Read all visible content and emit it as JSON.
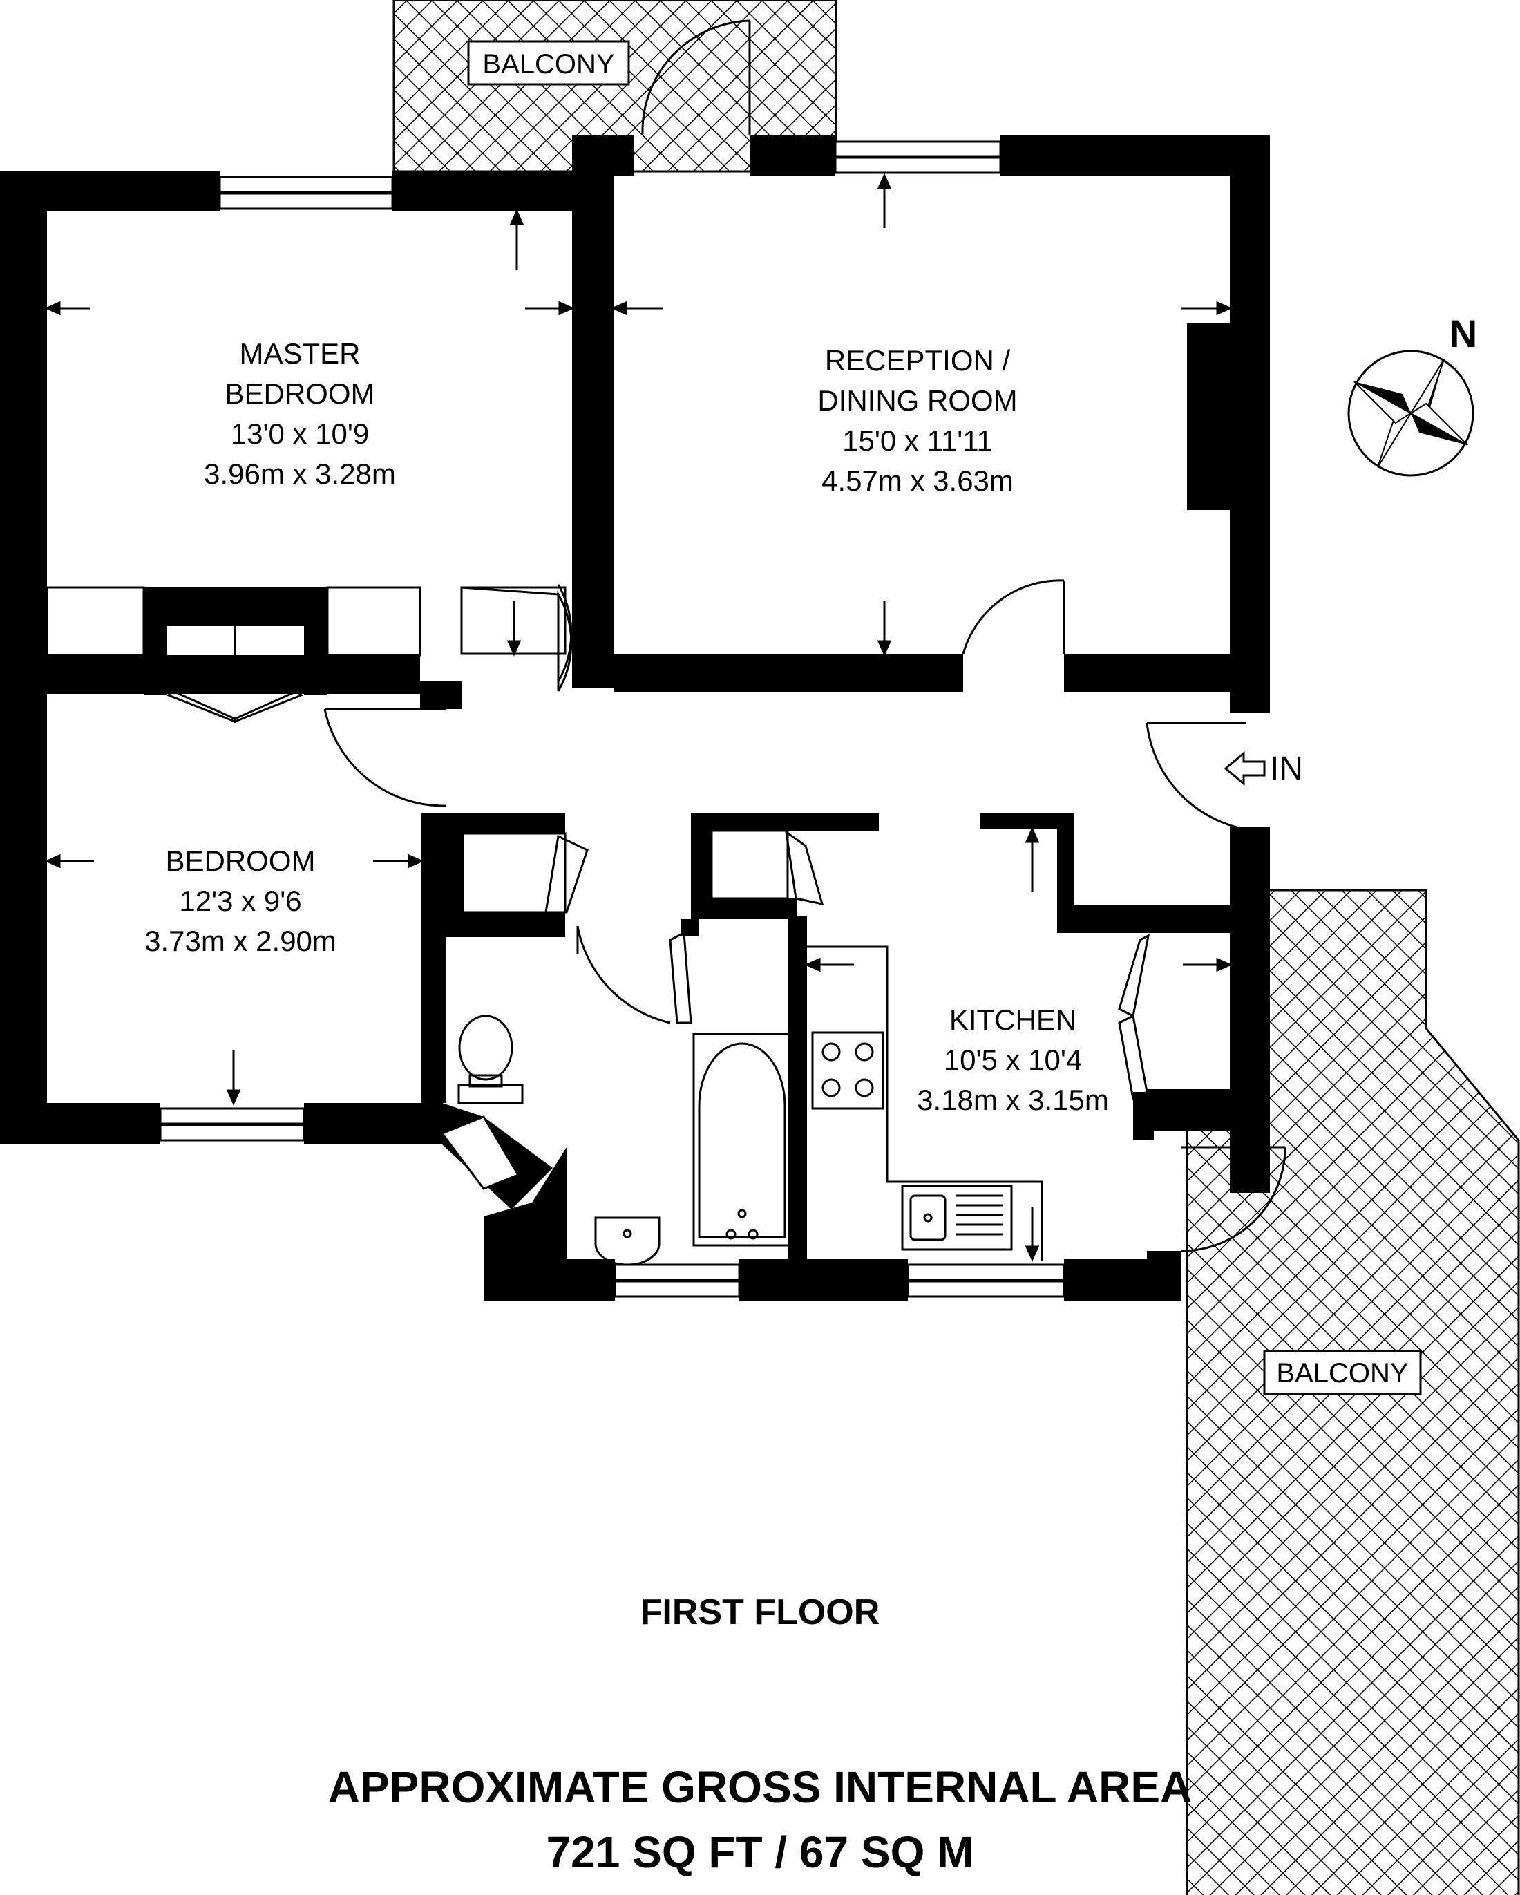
{
  "rooms": {
    "master_bedroom": {
      "name_line1": "MASTER",
      "name_line2": "BEDROOM",
      "imperial": "13'0 x 10'9",
      "metric": "3.96m x 3.28m"
    },
    "reception": {
      "name_line1": "RECEPTION /",
      "name_line2": "DINING ROOM",
      "imperial": "15'0 x 11'11",
      "metric": "4.57m x 3.63m"
    },
    "bedroom": {
      "name": "BEDROOM",
      "imperial": "12'3 x 9'6",
      "metric": "3.73m x 2.90m"
    },
    "kitchen": {
      "name": "KITCHEN",
      "imperial": "10'5 x 10'4",
      "metric": "3.18m x 3.15m"
    }
  },
  "balconies": {
    "top": "BALCONY",
    "right": "BALCONY"
  },
  "entrance": "IN",
  "compass": "N",
  "floor_name": "FIRST FLOOR",
  "area": {
    "line1": "APPROXIMATE GROSS INTERNAL AREA",
    "line2": "721 SQ FT / 67 SQ M"
  },
  "colors": {
    "wall": "#000000",
    "background": "#ffffff",
    "hatch": "#000000"
  }
}
